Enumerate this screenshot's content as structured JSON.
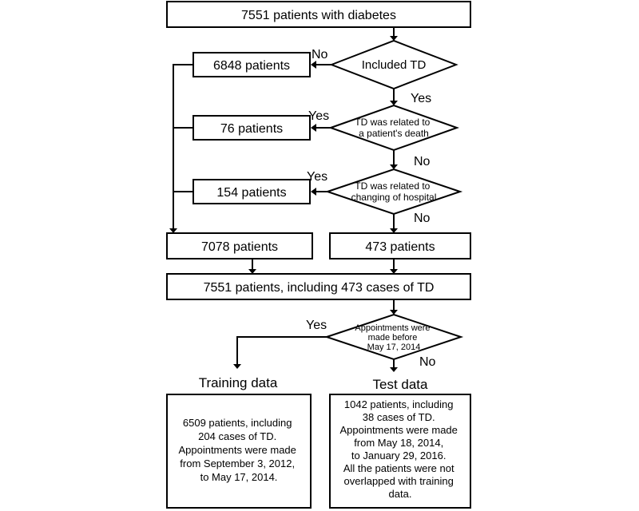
{
  "boxes": {
    "top": "7551 patients with diabetes",
    "excluded_no_td": "6848 patients",
    "excluded_death": "76 patients",
    "excluded_hospital": "154 patients",
    "non_td_total": "7078 patients",
    "td_total": "473 patients",
    "combined": "7551 patients, including 473 cases of TD",
    "training": [
      "6509 patients, including",
      "204 cases of TD.",
      "Appointments were made",
      "from September 3, 2012,",
      "to May 17, 2014."
    ],
    "test": [
      "1042 patients, including",
      "38 cases of TD.",
      "Appointments were made",
      "from May 18, 2014,",
      "to January 29, 2016.",
      "All the patients were not",
      "overlapped with training",
      "data."
    ]
  },
  "decisions": {
    "included_td": [
      "Included TD"
    ],
    "death": [
      "TD was related to",
      "a patient's death"
    ],
    "hospital": [
      "TD was related to",
      "changing of hospital"
    ],
    "appointments": [
      "Appointments were",
      "made before",
      "May 17, 2014"
    ]
  },
  "labels": {
    "yes": "Yes",
    "no": "No",
    "training_data": "Training data",
    "test_data": "Test data"
  }
}
